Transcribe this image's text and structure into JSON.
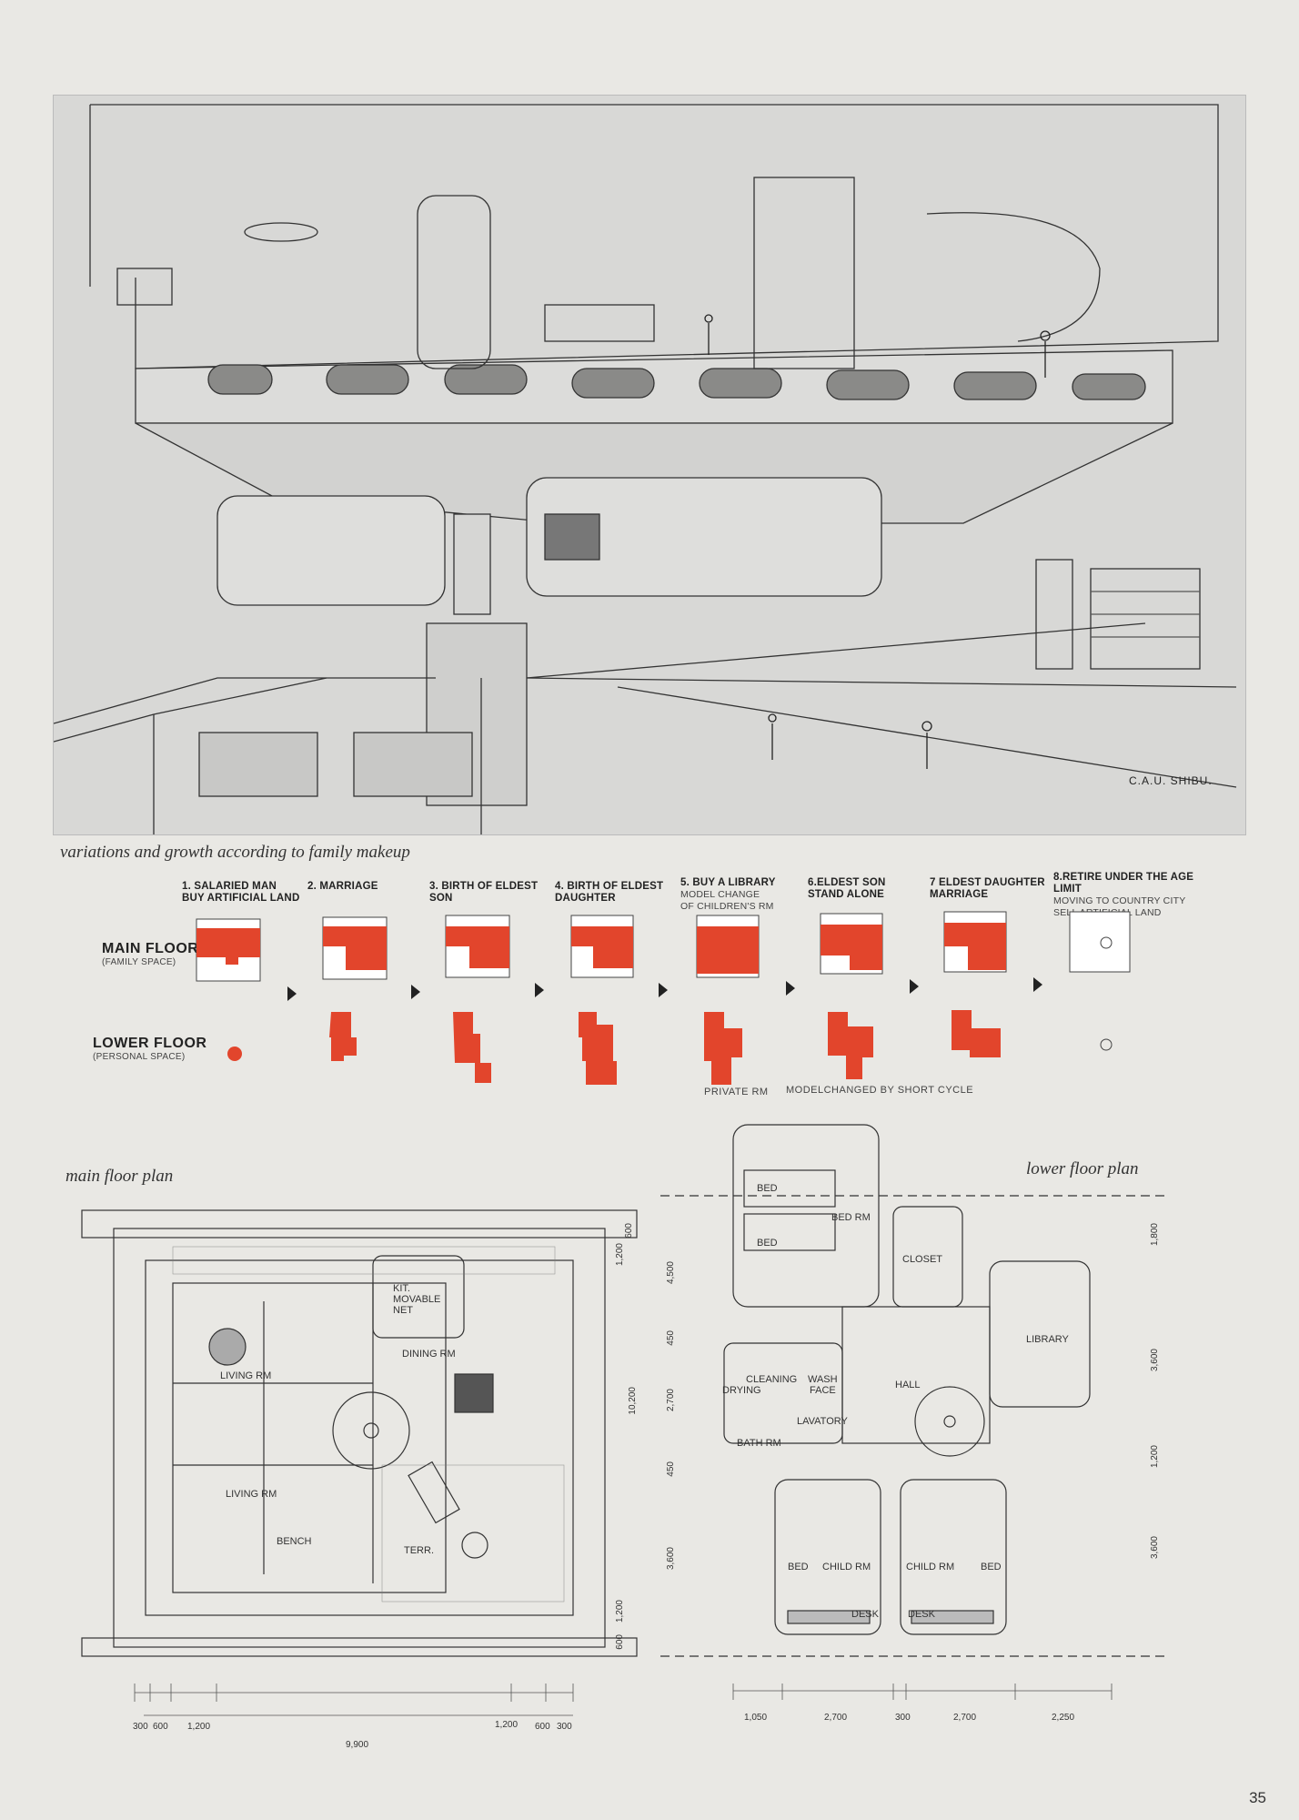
{
  "perspective": {
    "signature": "C.A.U. SHIBU."
  },
  "captions": {
    "variations": "variations and growth according to family makeup",
    "main_plan": "main floor plan",
    "lower_plan": "lower floor plan"
  },
  "diagram": {
    "main_floor": {
      "label": "MAIN FLOOR",
      "sub": "(FAMILY SPACE)"
    },
    "lower_floor": {
      "label": "LOWER FLOOR",
      "sub": "(PERSONAL SPACE)"
    },
    "steps": [
      {
        "title": "1. SALARIED MAN\nBUY ARTIFICIAL LAND",
        "sub": ""
      },
      {
        "title": "2. MARRIAGE",
        "sub": ""
      },
      {
        "title": "3. BIRTH OF ELDEST\nSON",
        "sub": ""
      },
      {
        "title": "4. BIRTH OF ELDEST\nDAUGHTER",
        "sub": ""
      },
      {
        "title": "5. BUY A LIBRARY",
        "sub": "MODEL CHANGE\nOF CHILDREN'S RM"
      },
      {
        "title": "6.ELDEST SON\nSTAND ALONE",
        "sub": ""
      },
      {
        "title": "7 ELDEST DAUGHTER\nMARRIAGE",
        "sub": ""
      },
      {
        "title": "8.RETIRE UNDER THE AGE LIMIT",
        "sub": "MOVING TO COUNTRY CITY\nSELL ARTIFICIAL LAND"
      }
    ],
    "notes": {
      "private": "PRIVATE RM",
      "model": "MODELCHANGED BY SHORT CYCLE"
    },
    "accent": "#e2452c"
  },
  "main_plan": {
    "rooms": {
      "kit": "KIT.",
      "movable": "MOVABLE",
      "net": "NET",
      "dining": "DINING RM",
      "living1": "LIVING RM",
      "living2": "LIVING RM",
      "bench": "BENCH",
      "terr": "TERR."
    },
    "dims_right": [
      "600",
      "1,200",
      "10,200",
      "1,200",
      "600"
    ],
    "dims_bottom": [
      "300",
      "600",
      "1,200",
      "1,200",
      "600",
      "300"
    ],
    "total": "9,900"
  },
  "lower_plan": {
    "rooms": {
      "bed1": "BED",
      "bedrm": "BED RM",
      "bed2": "BED",
      "closet": "CLOSET",
      "library": "LIBRARY",
      "cleaning": "CLEANING",
      "wash": "WASH",
      "drying": "DRYING",
      "face": "FACE",
      "hall": "HALL",
      "lavatory": "LAVATORY",
      "bath": "BATH RM",
      "bed3": "BED",
      "child1": "CHILD RM",
      "child2": "CHILD RM",
      "bed4": "BED",
      "desk1": "DESK",
      "desk2": "DESK"
    },
    "dims_left": [
      "4,500",
      "450",
      "2,700",
      "450",
      "3,600"
    ],
    "dims_right": [
      "1,800",
      "3,600",
      "1,200",
      "3,600"
    ],
    "dims_bottom": [
      "1,050",
      "2,700",
      "300",
      "2,700",
      "2,250"
    ]
  },
  "page_number": "35"
}
